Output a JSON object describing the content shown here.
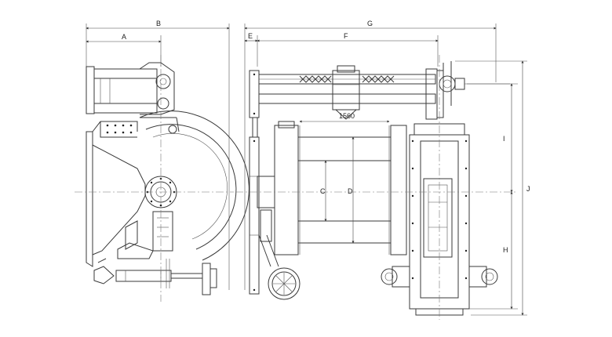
{
  "dimensions": {
    "A": "A",
    "B": "B",
    "C": "C",
    "D": "D",
    "E": "E",
    "F": "F",
    "G": "G",
    "H": "H",
    "I": "I",
    "J": "J",
    "drum_width": "1560"
  },
  "colors": {
    "line": "#3a3a3a",
    "background": "#ffffff"
  }
}
